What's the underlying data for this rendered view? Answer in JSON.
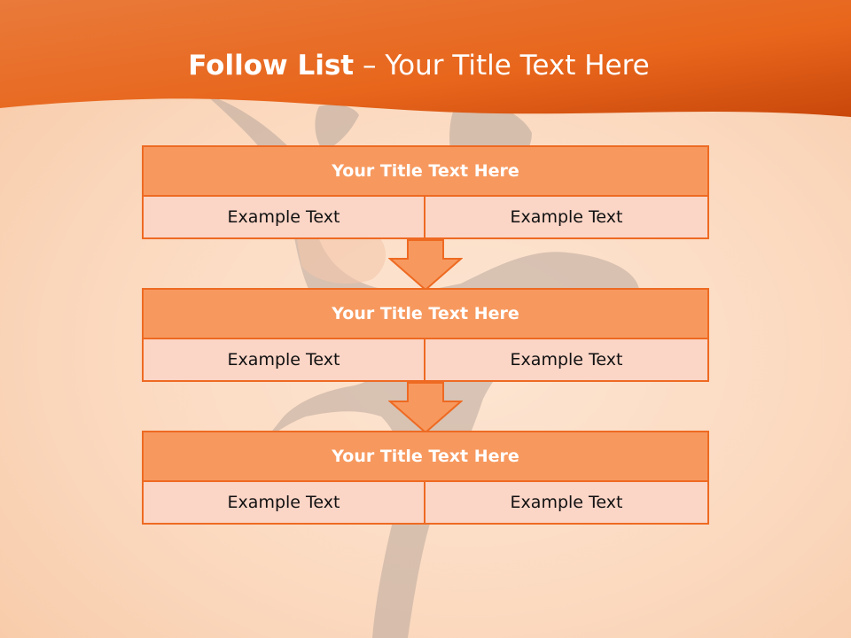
{
  "slide": {
    "title_bold": "Follow List",
    "title_rest": " – Your Title Text Here"
  },
  "blocks": [
    {
      "title": "Your Title Text Here",
      "cells": [
        "Example Text",
        "Example Text"
      ]
    },
    {
      "title": "Your Title Text Here",
      "cells": [
        "Example Text",
        "Example Text"
      ]
    },
    {
      "title": "Your Title Text Here",
      "cells": [
        "Example Text",
        "Example Text"
      ]
    }
  ],
  "colors": {
    "header": "#e8661c",
    "block_header_fill": "#f7995f",
    "cell_fill": "#fbd5c6",
    "border": "#ee6a22",
    "arrow": "#f7995f"
  }
}
